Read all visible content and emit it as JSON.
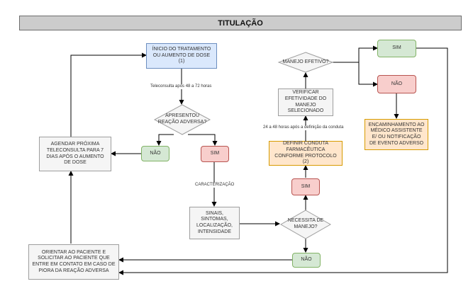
{
  "title": "TITULAÇÃO",
  "nodes": {
    "inicio": "ÍNICIO DO TRATAMENTO OU AUMENTO DE DOSE (1)",
    "apresentou": "APRESENTOU REAÇÃO ADVERSA?",
    "agendar": "AGENDAR PRÓXIMA TELECONSULTA PARA 7 DIAS APÓS O AUMENTO DE DOSE",
    "nao1": "NÃO",
    "sim1": "SIM",
    "sinais": "SINAIS, SINTOMAS, LOCALIZAÇÃO, INTENSIDADE",
    "necessita": "NECESSITA DE MANEJO?",
    "sim2": "SIM",
    "nao2": "NÃO",
    "definir": "DEFINIR CONDUTA FARMACÊUTICA CONFORME PROTOCOLO (2)",
    "verificar": "VERIFICAR EFETIVIDADE DO MANEJO SELECIONADO",
    "manejo_efetivo": "MANEJO EFETIVO?",
    "sim3": "SIM",
    "nao3": "NÃO",
    "encaminhamento": "ENCAMINHAMENTO AO MÉDICO ASSISTENTE E/ OU NOTIFICAÇÃO DE EVENTO ADVERSO",
    "orientar": "ORIENTAR AO PACIENTE E SOLICITAR AO PACIENTE QUE ENTRE EM CONTATO EM CASO DE PIORA DA REAÇÃO ADVERSA"
  },
  "edge_labels": {
    "teleconsulta": "Teleconsulta após 48 a 72 horas",
    "caracterizacao": "CARACTERIZAÇÃO",
    "horas": "24 a 48 horas após a definição da conduta"
  }
}
